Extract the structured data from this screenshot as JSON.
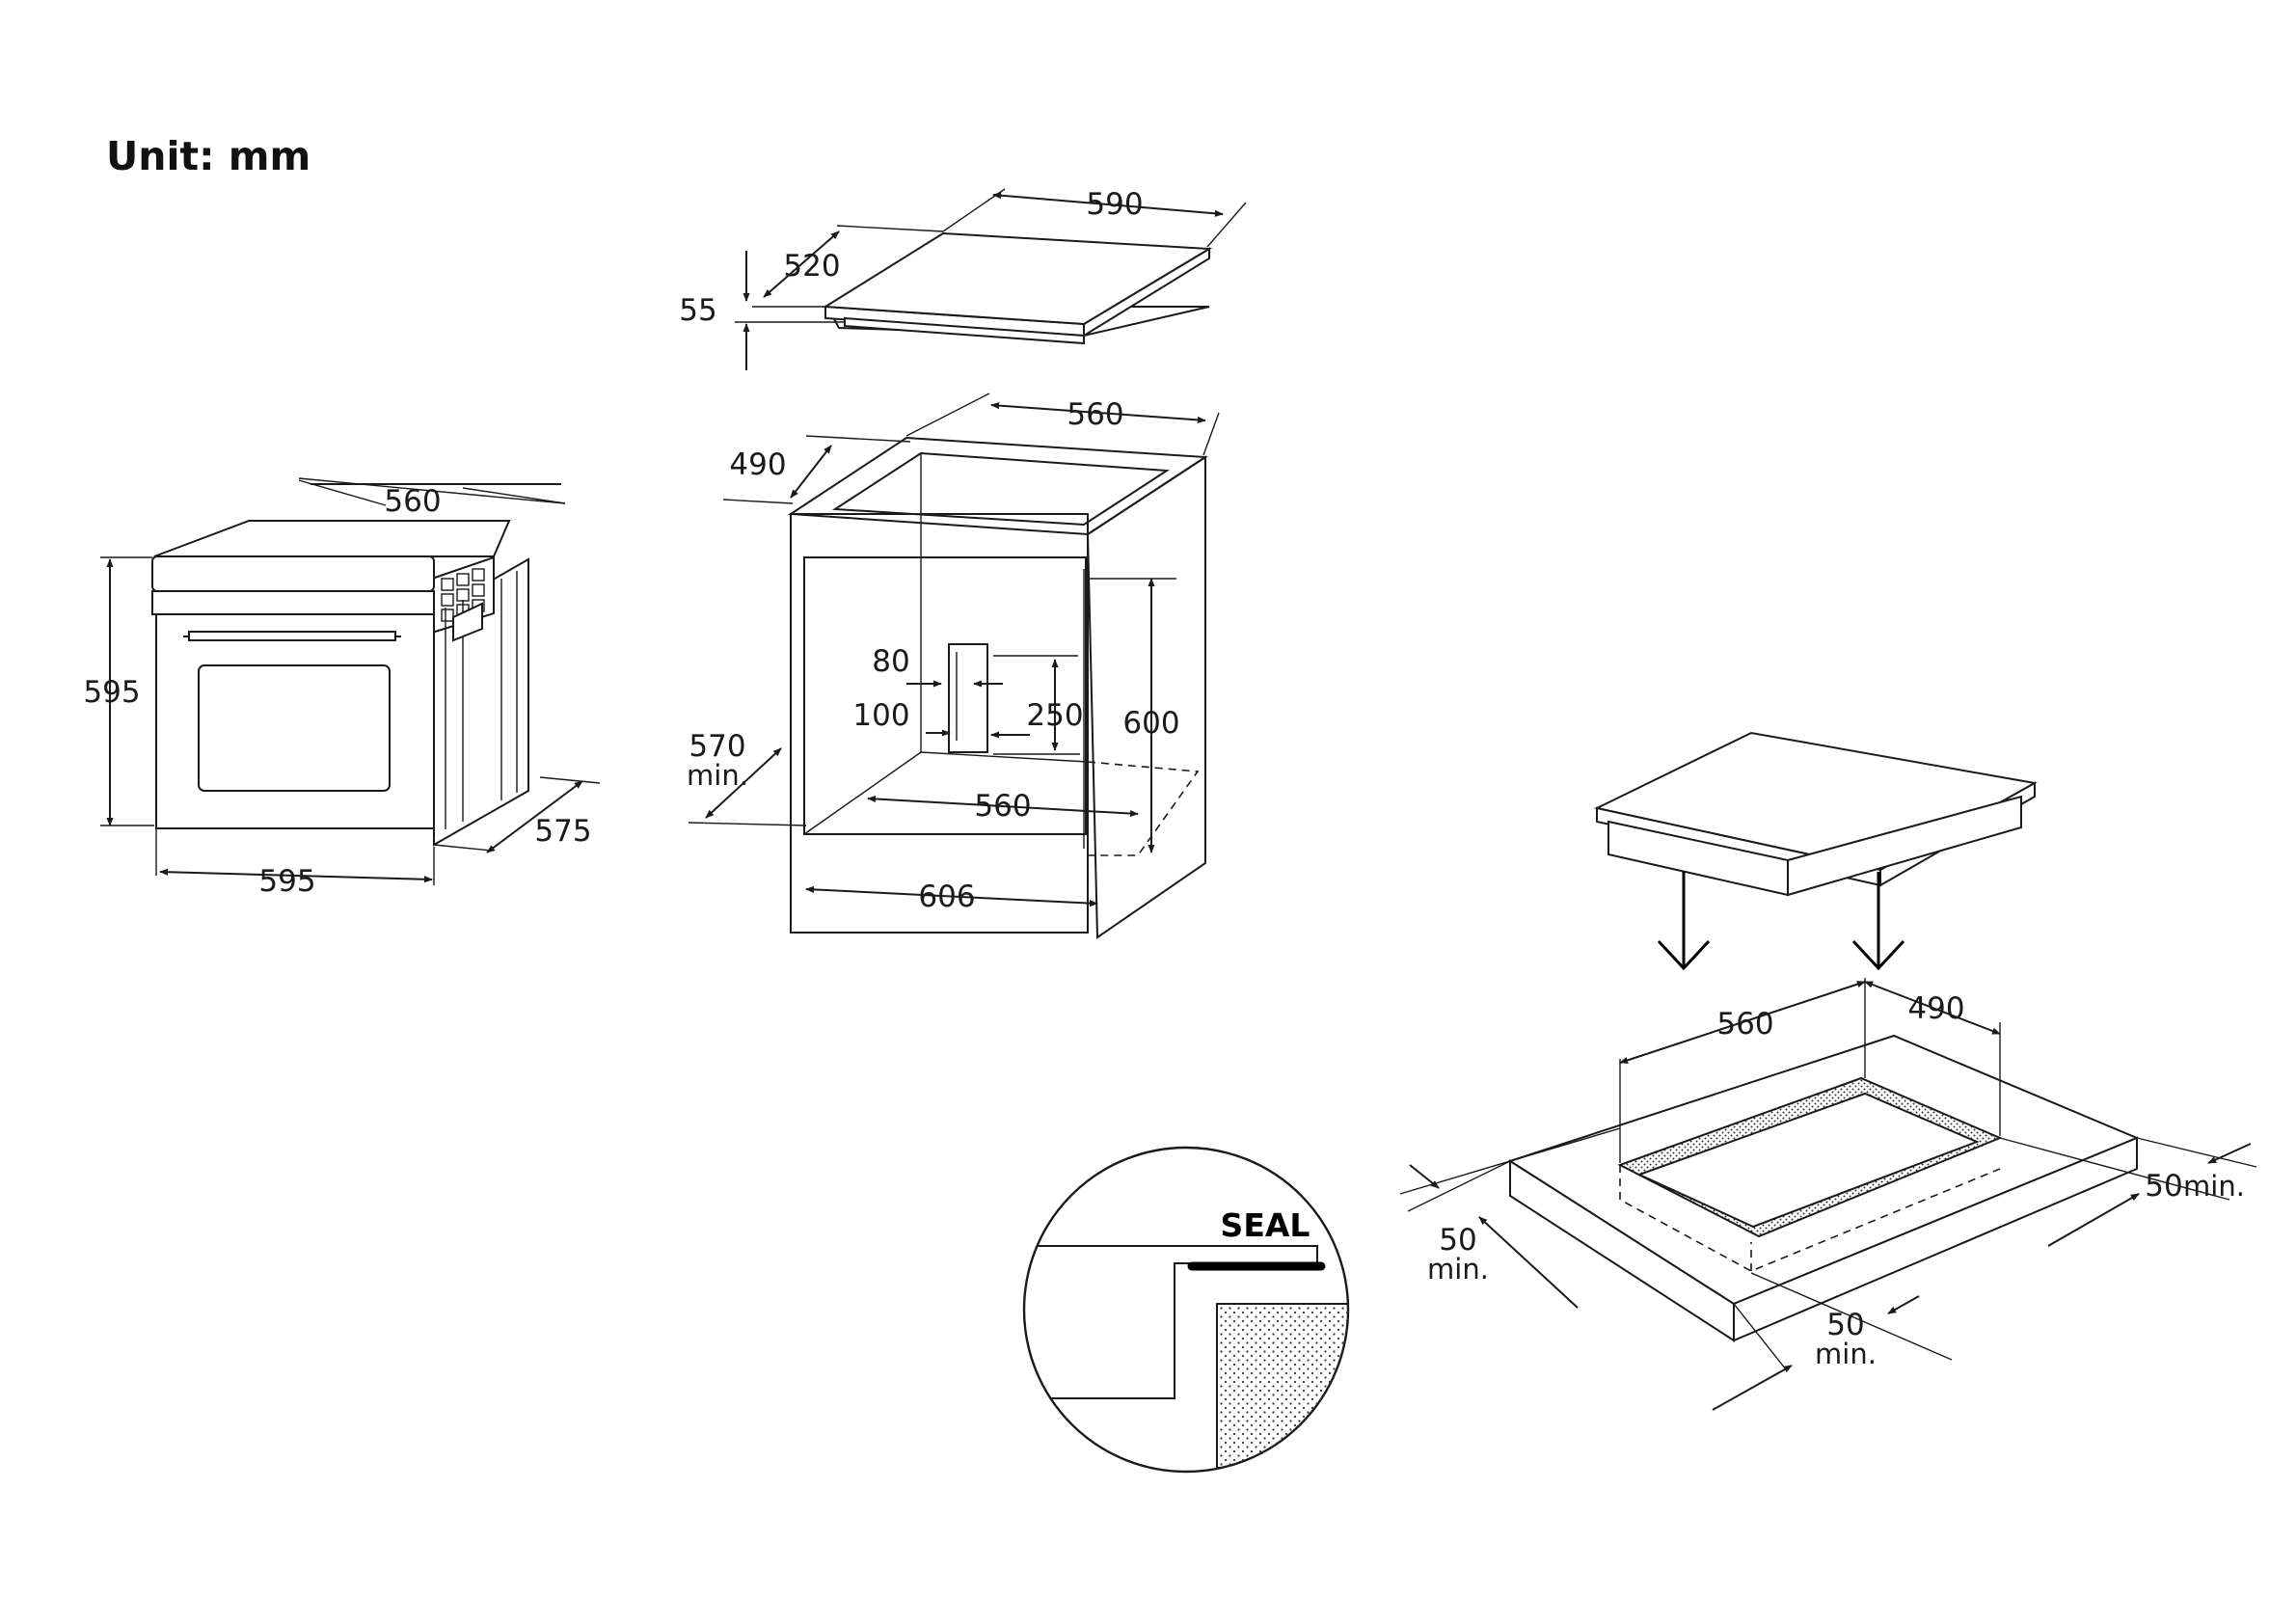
{
  "unit_label": "Unit: mm",
  "seal_label": "SEAL",
  "min_label": "min.",
  "oven": {
    "width_top": "560",
    "height": "595",
    "depth": "575",
    "width_bottom": "595"
  },
  "hob": {
    "width": "590",
    "depth": "520",
    "thickness": "55"
  },
  "cabinet": {
    "top_width": "560",
    "top_depth": "490",
    "vent_width": "80",
    "vent_offset": "100",
    "vent_height": "250",
    "height": "600",
    "depth_min": "570",
    "inner_width": "560",
    "outer_width": "606"
  },
  "countertop": {
    "cutout_width": "560",
    "cutout_depth": "490",
    "clearance_right": "50",
    "clearance_left": "50",
    "clearance_front": "50"
  }
}
